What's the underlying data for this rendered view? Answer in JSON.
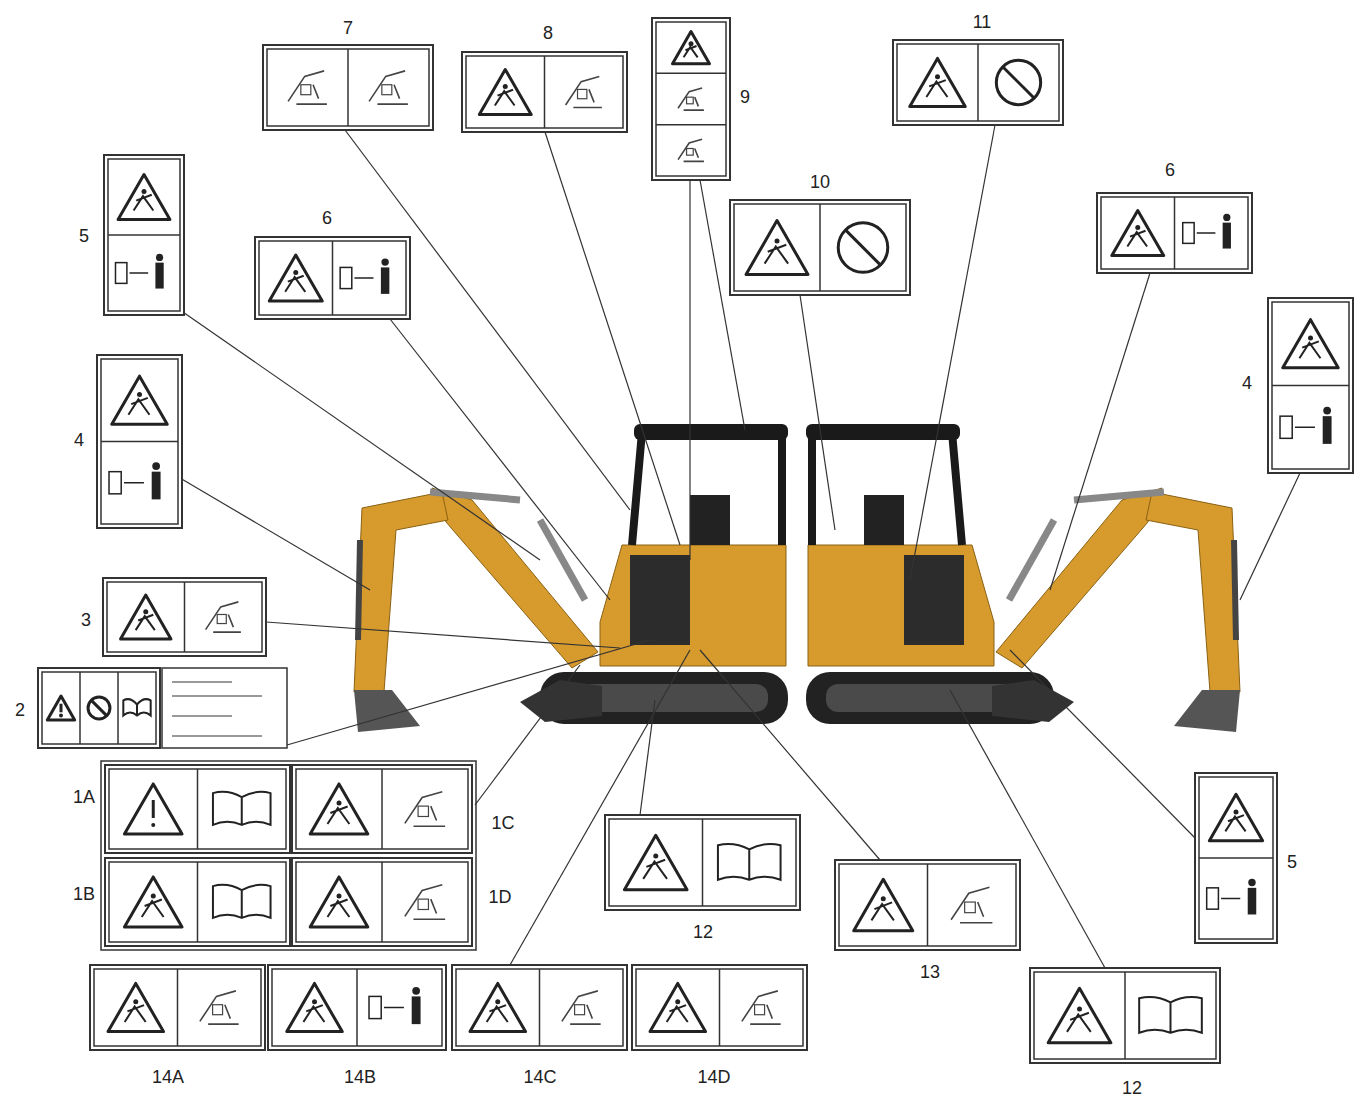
{
  "diagram": {
    "labels": [
      "7",
      "8",
      "9",
      "11",
      "10",
      "6",
      "5",
      "6",
      "4",
      "4",
      "3",
      "2",
      "1A",
      "1C",
      "1B",
      "1D",
      "12",
      "5",
      "13",
      "14A",
      "14B",
      "14C",
      "14D",
      "12"
    ]
  }
}
